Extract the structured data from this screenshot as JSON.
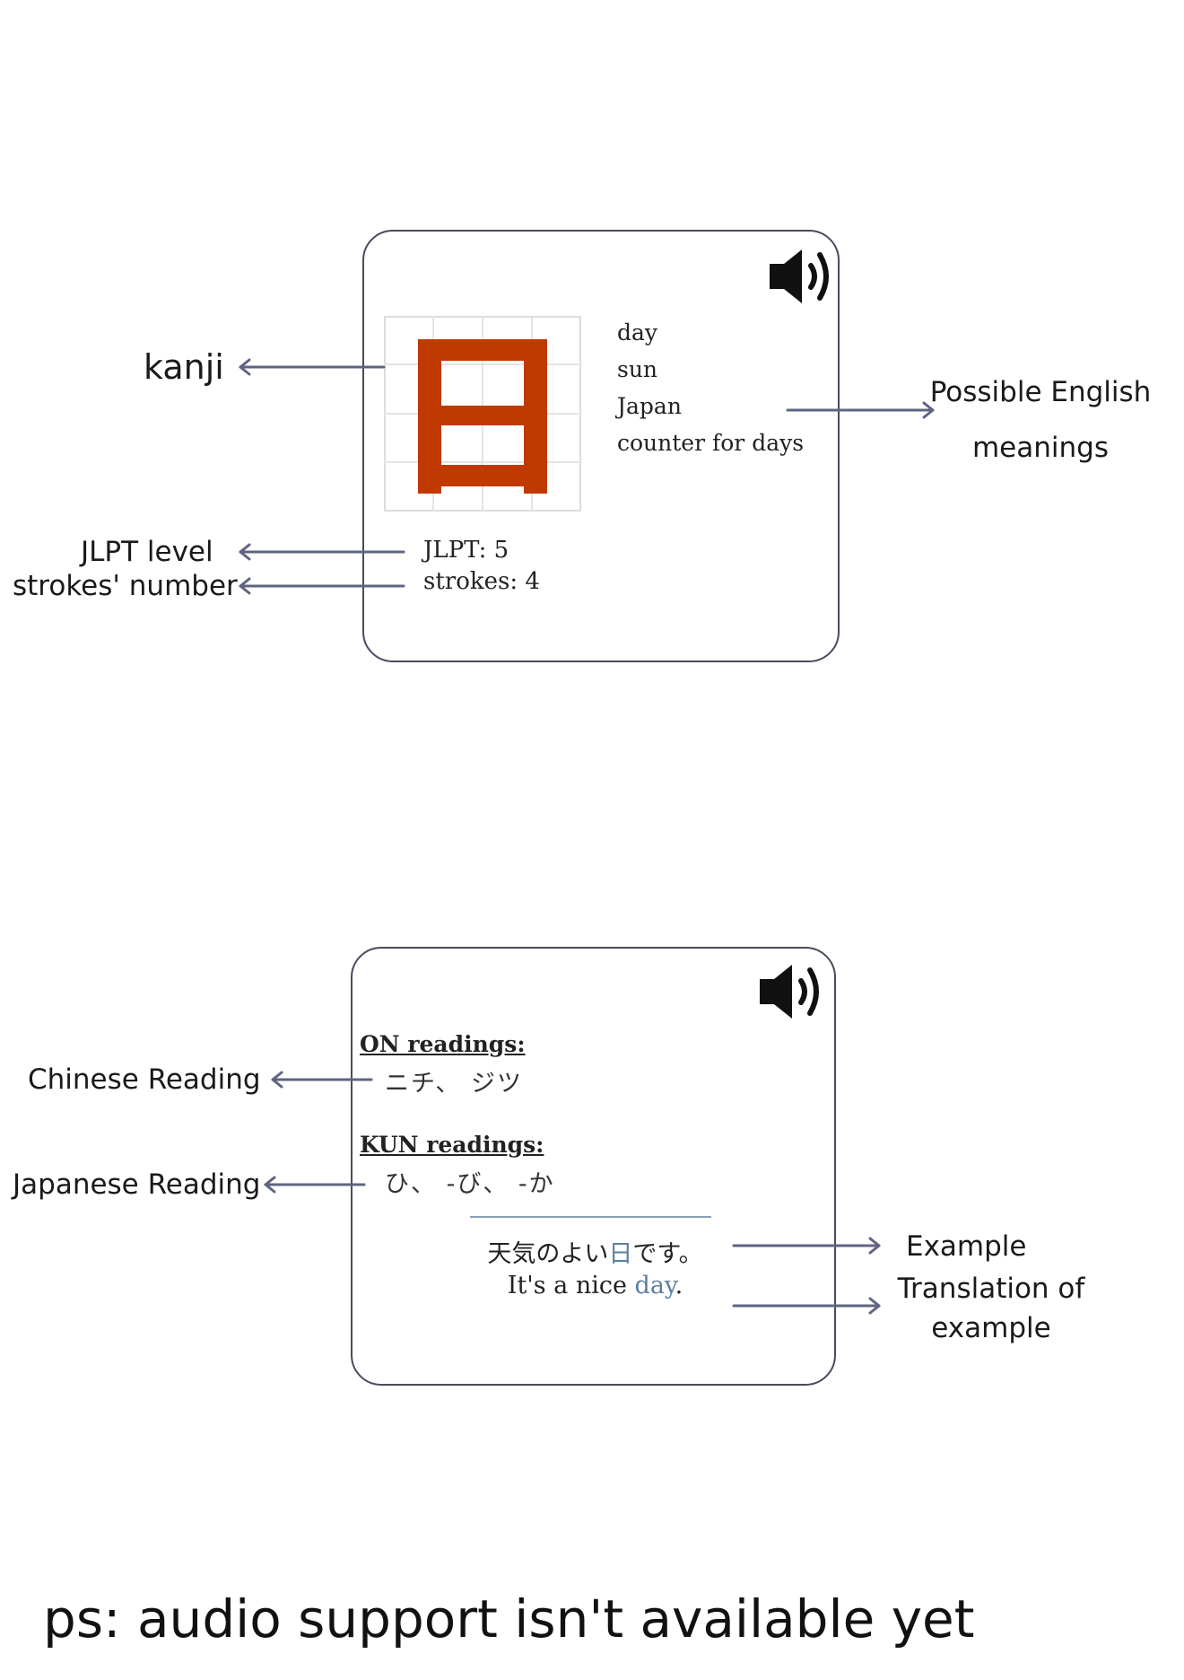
{
  "card1": {
    "kanji": "日",
    "meanings": [
      "day",
      "sun",
      "Japan",
      "counter for days"
    ],
    "jlpt": "JLPT: 5",
    "strokes": "strokes: 4"
  },
  "card2": {
    "on_heading": "ON readings:",
    "on_values": "ニチ、 ジツ",
    "kun_heading": "KUN readings:",
    "kun_values": "ひ、 -び、 -か",
    "example_before": "天気のよい",
    "example_highlight": "日",
    "example_after": "です。",
    "translation_before": "It's a nice ",
    "translation_highlight": "day",
    "translation_after": "."
  },
  "labels": {
    "kanji": "kanji",
    "meanings_line1": "Possible English",
    "meanings_line2": "meanings",
    "jlpt": "JLPT level",
    "strokes": "strokes' number",
    "chinese": "Chinese Reading",
    "japanese": "Japanese Reading",
    "example": "Example",
    "translation_line1": "Translation of",
    "translation_line2": "example"
  },
  "footer": "ps: audio support isn't available yet",
  "colors": {
    "kanji": "#c03a00",
    "arrow": "#5f6480",
    "highlight": "#5b7fa3",
    "border": "#4a4a5e"
  }
}
